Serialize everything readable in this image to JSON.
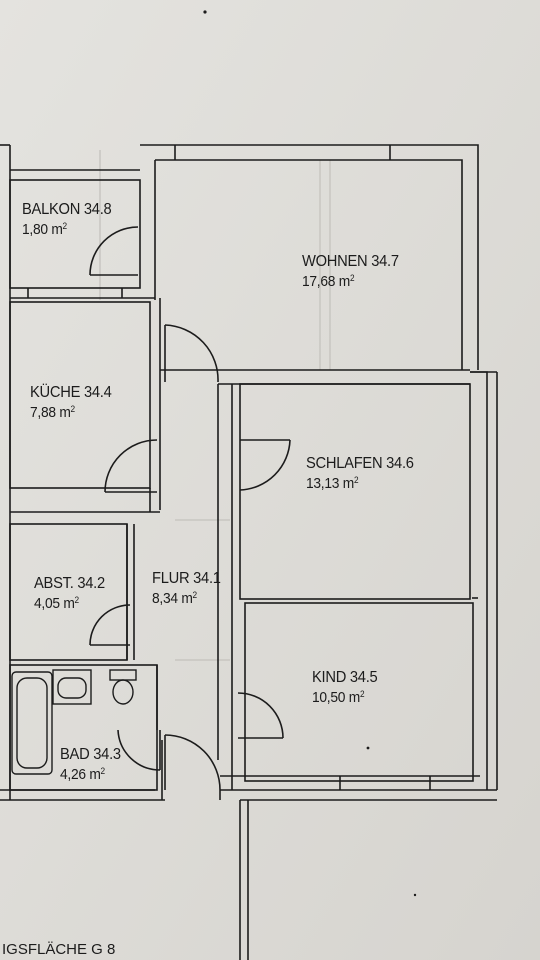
{
  "rooms": {
    "balkon": {
      "name": "BALKON 34.8",
      "area": "1,80 m",
      "unit_exp": "2"
    },
    "wohnen": {
      "name": "WOHNEN 34.7",
      "area": "17,68 m",
      "unit_exp": "2"
    },
    "kueche": {
      "name": "KÜCHE 34.4",
      "area": "7,88 m",
      "unit_exp": "2"
    },
    "schlafen": {
      "name": "SCHLAFEN 34.6",
      "area": "13,13 m",
      "unit_exp": "2"
    },
    "abst": {
      "name": "ABST. 34.2",
      "area": "4,05 m",
      "unit_exp": "2"
    },
    "flur": {
      "name": "FLUR 34.1",
      "area": "8,34 m",
      "unit_exp": "2"
    },
    "kind": {
      "name": "KIND 34.5",
      "area": "10,50 m",
      "unit_exp": "2"
    },
    "bad": {
      "name": "BAD 34.3",
      "area": "4,26 m",
      "unit_exp": "2"
    }
  },
  "bottom_text": "IGSFLÄCHE G 8",
  "colors": {
    "paper": "#dedcd8",
    "ink": "#1c1c1c",
    "wall": "#f4f3f0"
  }
}
